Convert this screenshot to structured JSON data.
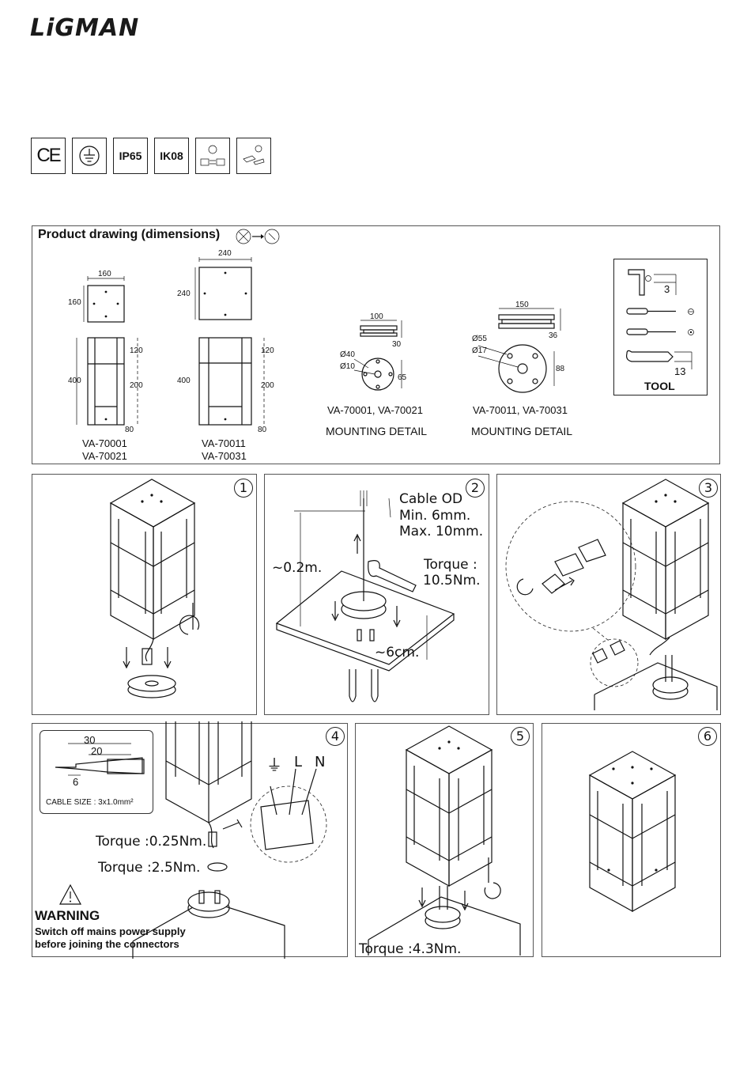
{
  "brand": "LiGMAN",
  "certifications": [
    {
      "label": "CE",
      "icon": "ce-mark-icon"
    },
    {
      "label": "",
      "icon": "ground-protection-icon"
    },
    {
      "label": "IP65",
      "icon": "ip65-icon"
    },
    {
      "label": "IK08",
      "icon": "ik08-icon"
    },
    {
      "label": "",
      "icon": "power-supply-icon"
    },
    {
      "label": "",
      "icon": "connector-icon"
    }
  ],
  "product_drawing": {
    "title": "Product drawing (dimensions)",
    "small_model": {
      "width_top": "160",
      "depth": "160",
      "height": "400",
      "seg_top": "120",
      "seg_mid": "200",
      "seg_bot": "80",
      "models": [
        "VA-70001",
        "VA-70021"
      ]
    },
    "large_model": {
      "width_top": "240",
      "depth": "240",
      "height": "400",
      "seg_top": "120",
      "seg_mid": "200",
      "seg_bot": "80",
      "models": [
        "VA-70011",
        "VA-70031"
      ]
    },
    "mount_small": {
      "width": "100",
      "height": "30",
      "d_outer": "Ø40",
      "d_inner": "Ø10",
      "spacing": "65",
      "models": "VA-70001, VA-70021",
      "caption": "MOUNTING DETAIL"
    },
    "mount_large": {
      "width": "150",
      "height": "36",
      "d_outer": "Ø55",
      "d_inner": "Ø17",
      "spacing": "88",
      "models": "VA-70011, VA-70031",
      "caption": "MOUNTING DETAIL"
    },
    "tool": {
      "allen": "3",
      "wrench": "13",
      "label": "TOOL"
    }
  },
  "steps": {
    "s1": {
      "num": "1"
    },
    "s2": {
      "num": "2",
      "cable_od": "Cable OD",
      "min": "Min. 6mm.",
      "max": "Max. 10mm.",
      "torque_label": "Torque :",
      "torque_val": "10.5Nm.",
      "height": "~0.2m.",
      "depth": "~6cm."
    },
    "s3": {
      "num": "3"
    },
    "s4": {
      "num": "4",
      "strip_30": "30",
      "strip_20": "20",
      "strip_6": "6",
      "cable_size": "CABLE SIZE : 3x1.0mm²",
      "torque1": "Torque :0.25Nm.",
      "torque2": "Torque :2.5Nm.",
      "warning": "WARNING",
      "warning_line1": "Switch off mains power supply",
      "warning_line2": "before joining the connectors",
      "earth": "⏚",
      "l": "L",
      "n": "N"
    },
    "s5": {
      "num": "5",
      "torque": "Torque :4.3Nm."
    },
    "s6": {
      "num": "6"
    }
  }
}
